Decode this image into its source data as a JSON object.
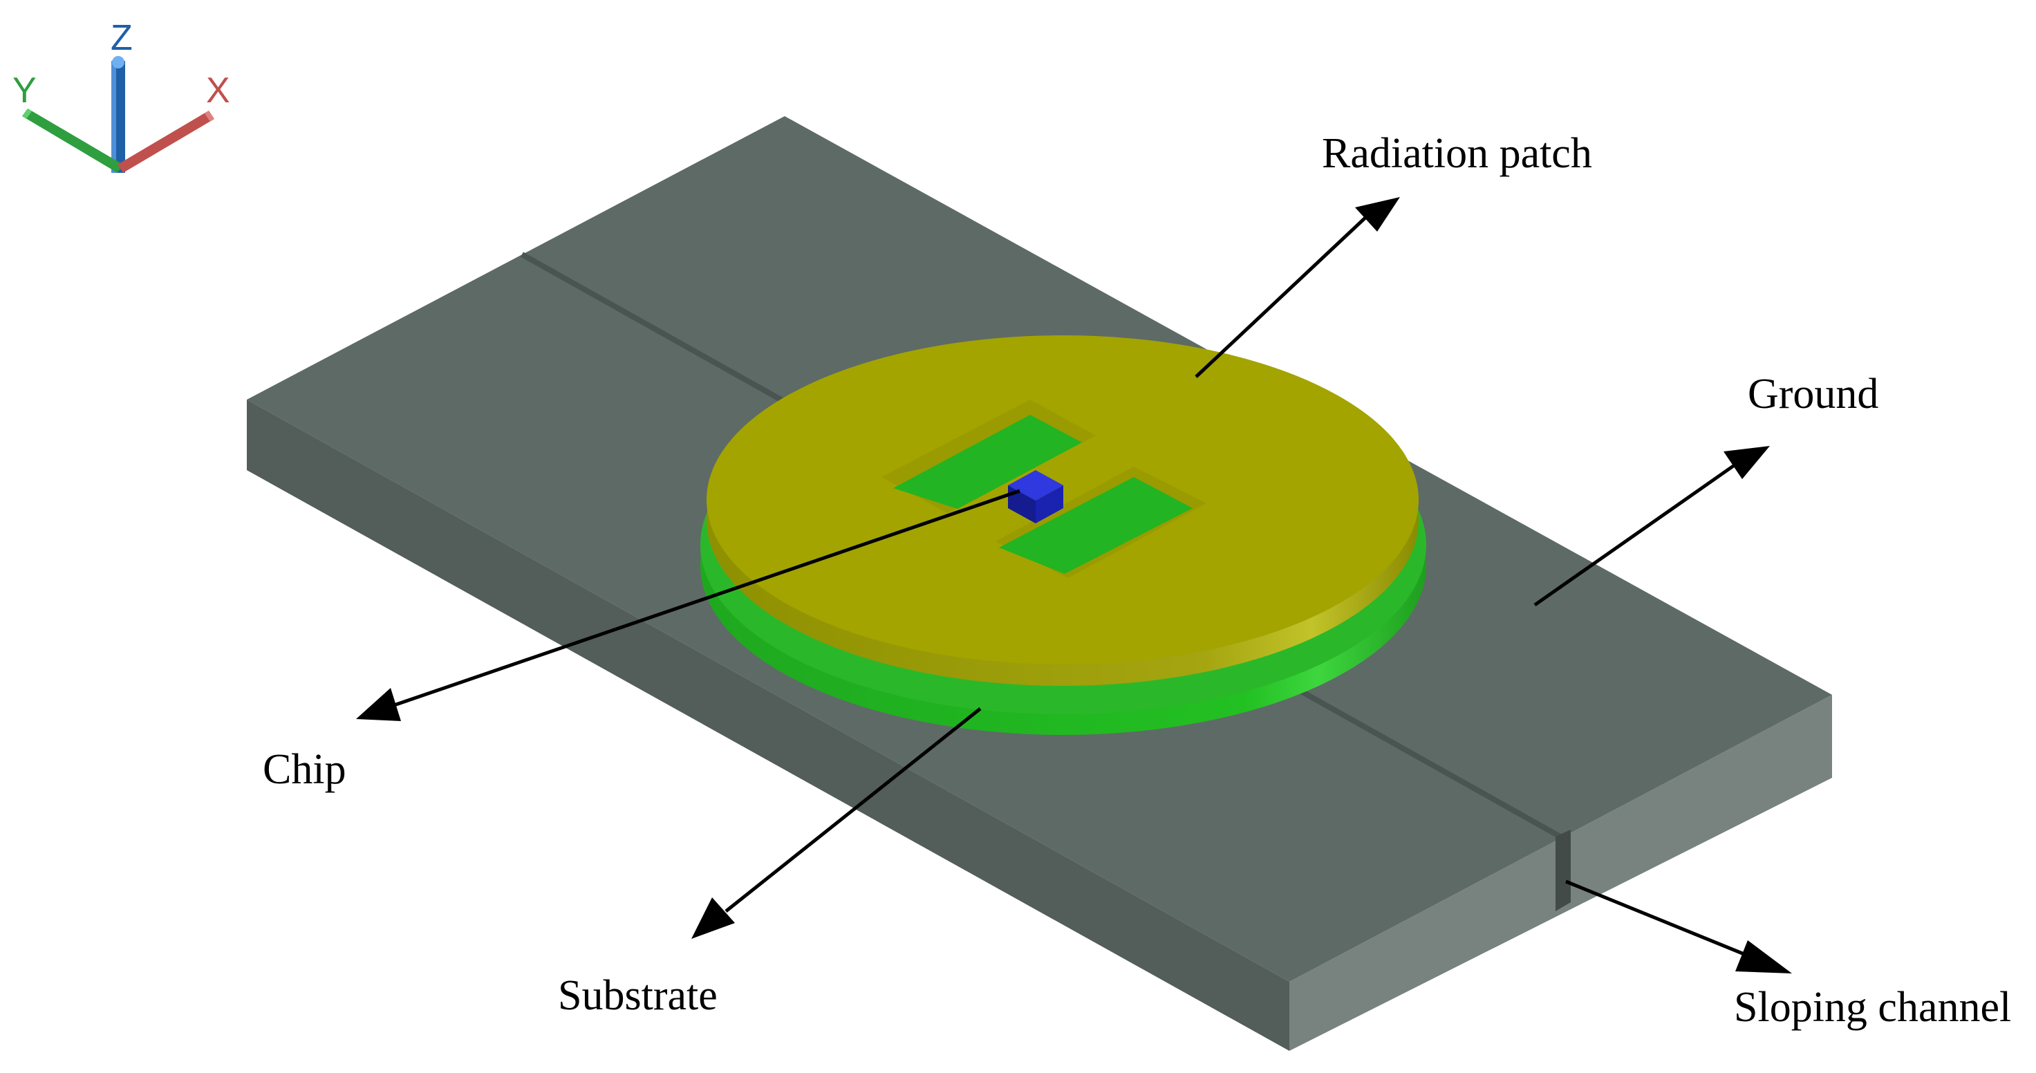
{
  "axes": {
    "x_label": "X",
    "y_label": "Y",
    "z_label": "Z",
    "x_color": "#c0504d",
    "y_color": "#2e9e3e",
    "z_color": "#1f5fa8"
  },
  "labels": {
    "radiation_patch": "Radiation patch",
    "ground": "Ground",
    "chip": "Chip",
    "substrate": "Substrate",
    "sloping_channel": "Sloping channel"
  },
  "colors": {
    "ground_top": "#5e6a66",
    "ground_front": "#545e5a",
    "ground_side": "#7a8480",
    "substrate": "#22b422",
    "patch": "#a3a400",
    "chip": "#1a22c8"
  }
}
